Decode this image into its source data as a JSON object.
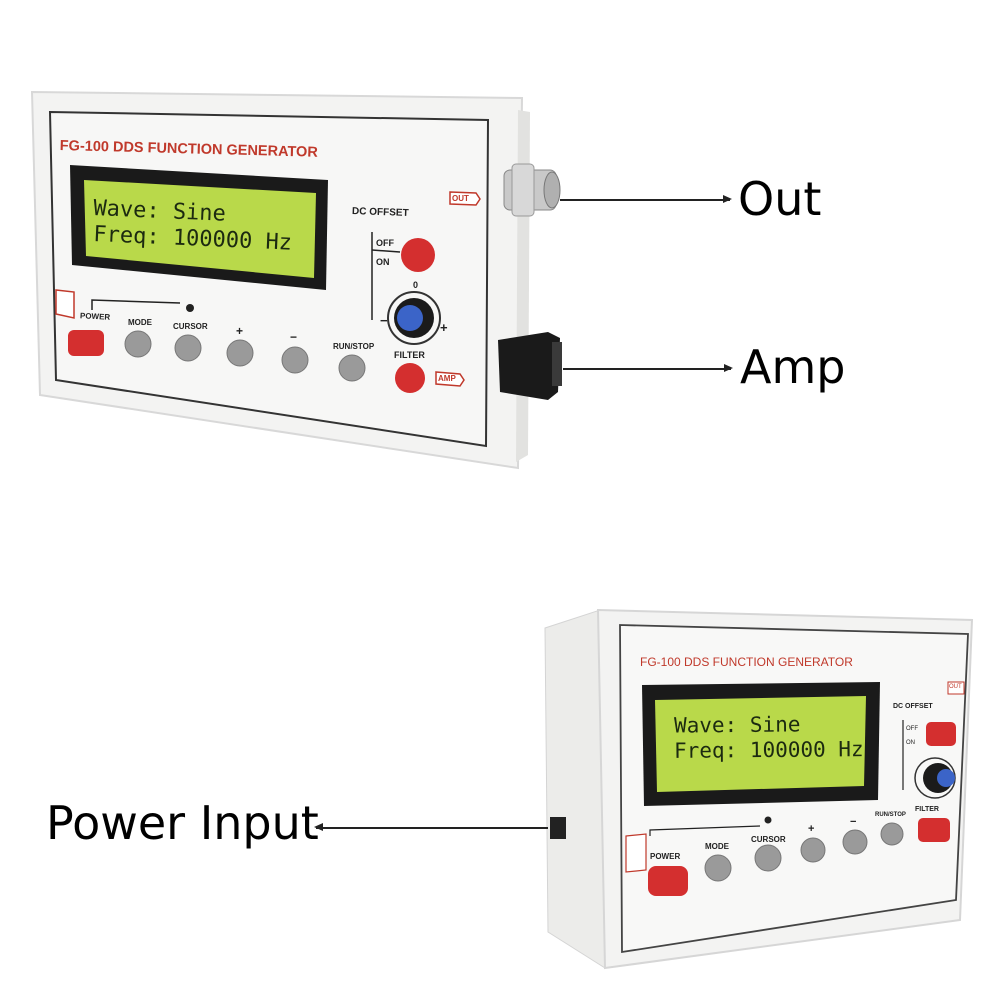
{
  "device": {
    "title": "FG-100 DDS FUNCTION GENERATOR",
    "lcd_line1": "Wave: Sine",
    "lcd_line2": "Freq: 100000 Hz",
    "dc_offset": "DC OFFSET",
    "off": "OFF",
    "on": "ON",
    "out_tag": "OUT",
    "amp_tag": "AMP",
    "buttons": {
      "power": "POWER",
      "mode": "MODE",
      "cursor": "CURSOR",
      "plus": "+",
      "minus": "−",
      "run_stop": "RUN/STOP",
      "filter": "FILTER"
    },
    "knob_zero": "0",
    "knob_minus": "−",
    "knob_plus": "+"
  },
  "callouts": {
    "out": "Out",
    "amp": "Amp",
    "power_input": "Power Input"
  },
  "colors": {
    "lcd_bg": "#b9d94a",
    "lcd_bezel": "#1a1a1a",
    "red_button": "#d42f2f",
    "gray_button": "#9a9a9a",
    "title_red": "#c0392b",
    "knob_blue": "#3b64c8"
  }
}
